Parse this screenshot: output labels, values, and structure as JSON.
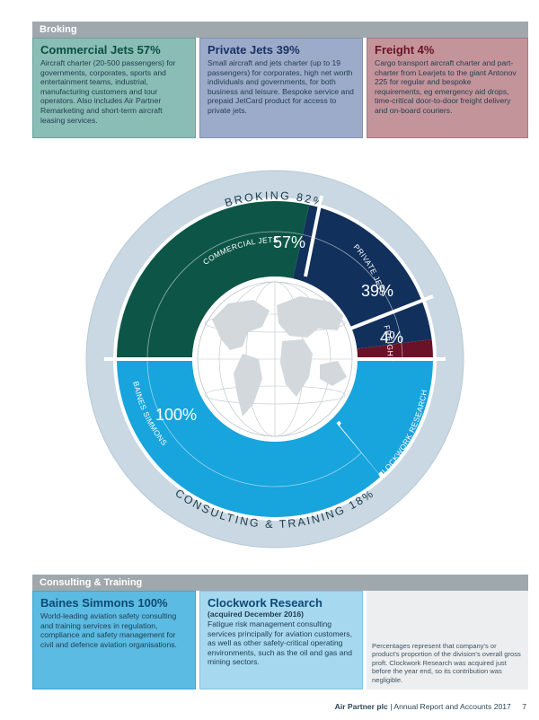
{
  "broking": {
    "header": "Broking",
    "commercial": {
      "title": "Commercial Jets 57%",
      "body": "Aircraft charter (20-500 passengers) for governments, corporates, sports and entertainment teams, industrial, manufacturing customers and tour operators. Also includes Air Partner Remarketing and short-term aircraft leasing services."
    },
    "private": {
      "title": "Private Jets 39%",
      "body": "Small aircraft and jets charter (up to 19 passengers) for corporates, high net worth individuals and governments, for both business and leisure. Bespoke service and prepaid JetCard product for access to private jets."
    },
    "freight": {
      "title": "Freight 4%",
      "body": "Cargo transport aircraft charter and part-charter from Learjets to the giant Antonov 225 for regular and bespoke requirements, eg emergency aid drops, time-critical door-to-door freight delivery and on-board couriers."
    }
  },
  "diagram": {
    "outer_top": "BROKING 82%",
    "outer_bottom": "CONSULTING & TRAINING 18%",
    "segments": {
      "commercial": {
        "label": "COMMERCIAL JETS",
        "value": "57%",
        "share": 57,
        "color": "#0d5647"
      },
      "private": {
        "label": "PRIVATE JETS",
        "value": "39%",
        "share": 39,
        "color": "#11305c"
      },
      "freight": {
        "label": "FREIGHT",
        "value": "4%",
        "share": 4,
        "color": "#6a1228"
      },
      "baines": {
        "label": "BAINES SIMMONS",
        "value": "100%",
        "share": 100,
        "color": "#18a4dd"
      },
      "clockwork": {
        "label": "CLOCKWORK RESEARCH",
        "color": "#18a4dd"
      }
    },
    "ring_color": "#c9d8e2",
    "globe_color": "#d3d8dc"
  },
  "consulting": {
    "header": "Consulting & Training",
    "baines": {
      "title": "Baines Simmons 100%",
      "body": "World-leading aviation safety consulting and training services in regulation, compliance and safety management for civil and defence aviation organisations."
    },
    "clockwork": {
      "title": "Clockwork Research",
      "subtitle": "(acquired December 2016)",
      "body": "Fatigue risk management consulting services principally for aviation customers, as well as other safety-critical operating environments, such as the oil and gas and mining sectors."
    },
    "note": "Percentages represent that company's or product's proportion of the division's overall gross proft. Clockwork Research was acquired just before the year end, so its contribution was negligible."
  },
  "footer": {
    "company": "Air Partner plc",
    "separator": "|",
    "report": "Annual Report and Accounts 2017",
    "page": "7"
  }
}
